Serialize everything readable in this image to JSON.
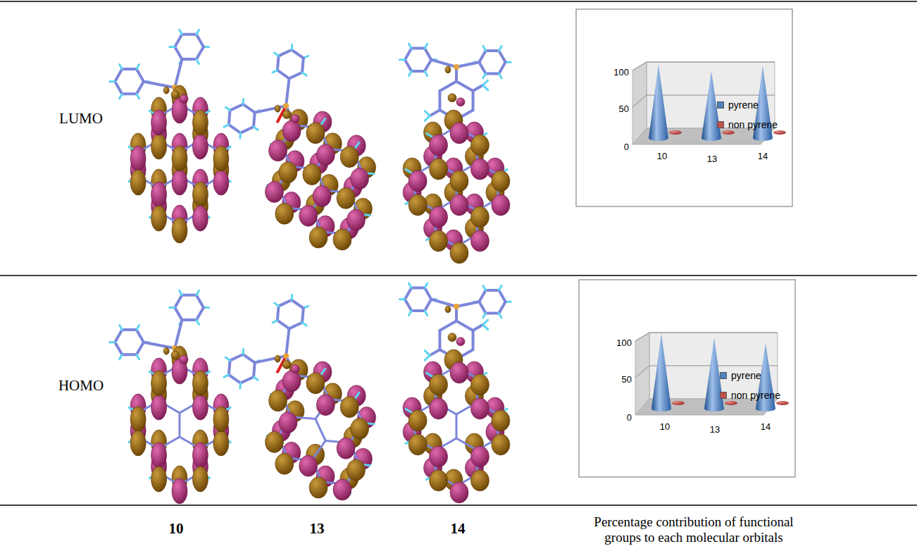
{
  "diagram": {
    "labels": [
      "LUMO",
      "100",
      "50",
      "0",
      "10",
      "13",
      "14",
      "HOMO",
      "100",
      "50",
      "0",
      "10",
      "13",
      "14",
      "10",
      "13",
      "14",
      "Percentage contribution of functional groups to each molecular orbitals"
    ],
    "legend": [
      {
        "text": "pyrene",
        "color": "#4f81bd"
      },
      {
        "text": "non pyrene",
        "color": "#c0504d"
      },
      {
        "text": "pyrene",
        "color": "#4f81bd"
      },
      {
        "text": "non pyrene",
        "color": "#c0504d"
      }
    ]
  }
}
